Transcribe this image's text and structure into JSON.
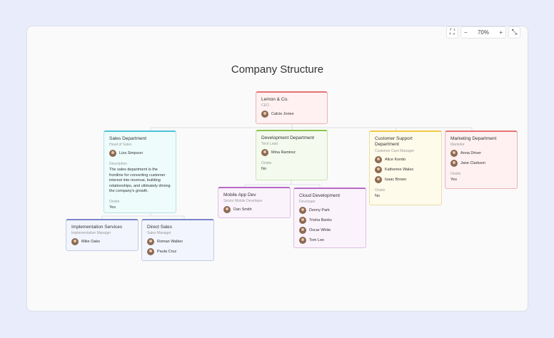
{
  "toolbar": {
    "zoom": "70%",
    "fit_icon": "fit-screen-icon",
    "minus": "−",
    "plus": "+",
    "collapse_icon": "collapse-icon"
  },
  "title": "Company Structure",
  "nodes": {
    "root": {
      "name": "Lemon & Co.",
      "role": "CEO",
      "people": [
        "Calcie Jones"
      ]
    },
    "sales": {
      "name": "Sales Department",
      "role": "Head of Sales",
      "people": [
        "Liza Simpson"
      ],
      "desc_label": "Description",
      "desc": "The sales department is the frontline for converting customer interest into revenue, building relationships, and ultimately driving the company's growth.",
      "onsite_label": "Onsite",
      "onsite": "Yes"
    },
    "dev": {
      "name": "Development Department",
      "role": "Tech Lead",
      "people": [
        "Mina Ramirez"
      ],
      "onsite_label": "Onsite",
      "onsite": "No"
    },
    "support": {
      "name": "Customer Support Department",
      "role": "Customer Care Manager",
      "people": [
        "Alice Kondo",
        "Katherine Wales",
        "Isaac Brown"
      ],
      "onsite_label": "Onsite",
      "onsite": "No"
    },
    "marketing": {
      "name": "Marketing Department",
      "role": "Marketer",
      "people": [
        "Anna Driver",
        "Jane Clarkson"
      ],
      "onsite_label": "Onsite",
      "onsite": "Yes"
    },
    "mobile": {
      "name": "Mobile App Dev",
      "role": "Senior Mobile Developer",
      "people": [
        "Dan Smith"
      ]
    },
    "cloud": {
      "name": "Cloud Development",
      "role": "Developer",
      "people": [
        "Denny Park",
        "Trisha Banks",
        "Oscar White",
        "Tom Lee"
      ]
    },
    "impl": {
      "name": "Implementation Services",
      "role": "Implementation Manager",
      "people": [
        "Mike Oaks"
      ]
    },
    "direct": {
      "name": "Direct Sales",
      "role": "Sales Manager",
      "people": [
        "Roman Walker",
        "Paula Cruz"
      ]
    }
  }
}
